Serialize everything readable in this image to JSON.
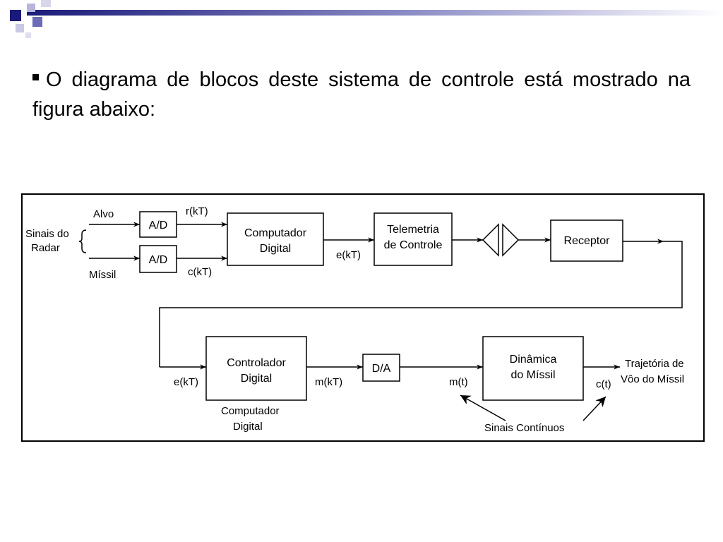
{
  "bullet": {
    "text": "O diagrama de blocos deste sistema de controle está mostrado na figura abaixo:"
  },
  "header_decoration": {
    "colors": [
      "#1a1a7a",
      "#6b6bb8",
      "#b6b6dc",
      "#ffffff"
    ]
  },
  "diagram": {
    "inputs": {
      "group_label_line1": "Sinais do",
      "group_label_line2": "Radar",
      "alvo": "Alvo",
      "missil": "Míssil"
    },
    "blocks": {
      "ad_top": "A/D",
      "ad_bottom": "A/D",
      "computador_line1": "Computador",
      "computador_line2": "Digital",
      "telemetria_line1": "Telemetria",
      "telemetria_line2": "de Controle",
      "receptor": "Receptor",
      "controlador_line1": "Controlador",
      "controlador_line2": "Digital",
      "da": "D/A",
      "dinamica_line1": "Dinâmica",
      "dinamica_line2": "do Míssil"
    },
    "signals": {
      "r_kT": "r(kT)",
      "c_kT": "c(kT)",
      "e_kT_top": "e(kT)",
      "e_kT_bottom": "e(kT)",
      "m_kT": "m(kT)",
      "m_t": "m(t)",
      "c_t": "c(t)"
    },
    "annotations": {
      "computador_digital_line1": "Computador",
      "computador_digital_line2": "Digital",
      "sinais_continuos": "Sinais Contínuos",
      "trajetoria_line1": "Trajetória de",
      "trajetoria_line2": "Vôo do Míssil"
    }
  }
}
